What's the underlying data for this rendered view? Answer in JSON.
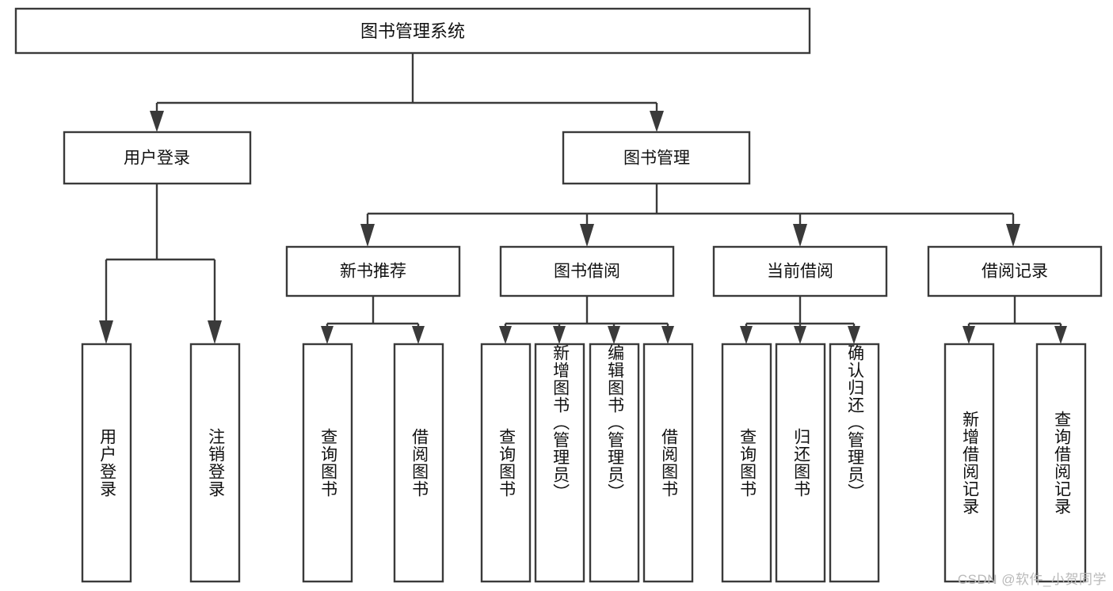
{
  "diagram": {
    "type": "tree",
    "title": "图书管理系统",
    "watermark": "CSDN @软件_小贺同学",
    "colors": {
      "stroke": "#3a3a3a",
      "fill": "#ffffff",
      "text": "#111111",
      "watermark": "#b9b9b9",
      "background": "#ffffff"
    },
    "root": {
      "label": "图书管理系统"
    },
    "level2": [
      {
        "label": "用户登录"
      },
      {
        "label": "图书管理"
      }
    ],
    "level3": [
      {
        "label": "新书推荐"
      },
      {
        "label": "图书借阅"
      },
      {
        "label": "当前借阅"
      },
      {
        "label": "借阅记录"
      }
    ],
    "leaves": {
      "user_login": [
        {
          "label": "用户登录"
        },
        {
          "label": "注销登录"
        }
      ],
      "new_book_recommend": [
        {
          "label": "查询图书"
        },
        {
          "label": "借阅图书"
        }
      ],
      "book_borrow": [
        {
          "label": "查询图书"
        },
        {
          "label": "新增图书（管理员）"
        },
        {
          "label": "编辑图书（管理员）"
        },
        {
          "label": "借阅图书"
        }
      ],
      "current_borrow": [
        {
          "label": "查询图书"
        },
        {
          "label": "归还图书"
        },
        {
          "label": "确认归还（管理员）"
        }
      ],
      "borrow_record": [
        {
          "label": "新增借阅记录"
        },
        {
          "label": "查询借阅记录"
        }
      ]
    }
  }
}
